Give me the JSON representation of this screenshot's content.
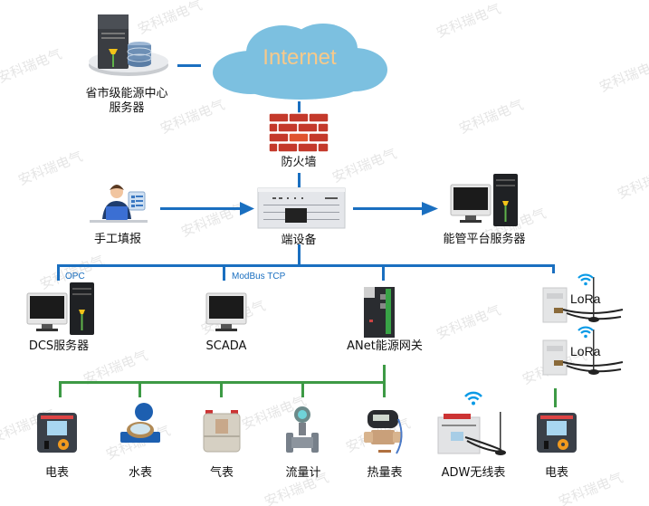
{
  "diagram": {
    "title": "能源管理系统网络拓扑",
    "watermark": "安科瑞电气",
    "colors": {
      "network_line": "#1a6fc0",
      "field_bus_line": "#3d9a45",
      "cloud": "#7cc0e0",
      "cloud_text": "#f7c98a",
      "firewall": "#c4392b",
      "wifi": "#0a9ae6"
    },
    "nodes": {
      "provincial_server": {
        "label_line1": "省市级能源中心",
        "label_line2": "服务器",
        "icon": "server-database-icon"
      },
      "internet": {
        "label": "Internet",
        "icon": "cloud-icon"
      },
      "firewall": {
        "label": "防火墙",
        "icon": "firewall-icon"
      },
      "manual_entry": {
        "label": "手工填报",
        "icon": "person-laptop-icon"
      },
      "edge_device": {
        "label": "端设备",
        "icon": "rack-device-icon"
      },
      "platform_server": {
        "label": "能管平台服务器",
        "icon": "desktop-server-icon"
      },
      "dcs_server": {
        "label": "DCS服务器",
        "icon": "desktop-server-icon",
        "protocol": "OPC"
      },
      "scada": {
        "label": "SCADA",
        "icon": "monitor-icon",
        "protocol": "ModBus TCP"
      },
      "anet_gateway": {
        "label": "ANet能源网关",
        "icon": "gateway-icon"
      },
      "lora_1": {
        "label": "LoRa",
        "icon": "lora-module-icon"
      },
      "lora_2": {
        "label": "LoRa",
        "icon": "lora-module-icon"
      }
    },
    "field_devices": [
      {
        "label": "电表",
        "icon": "power-meter-icon"
      },
      {
        "label": "水表",
        "icon": "water-meter-icon"
      },
      {
        "label": "气表",
        "icon": "gas-meter-icon"
      },
      {
        "label": "流量计",
        "icon": "flow-meter-icon"
      },
      {
        "label": "热量表",
        "icon": "heat-meter-icon"
      },
      {
        "label": "ADW无线表",
        "icon": "wireless-meter-icon"
      },
      {
        "label": "电表",
        "icon": "power-meter-icon"
      }
    ]
  }
}
